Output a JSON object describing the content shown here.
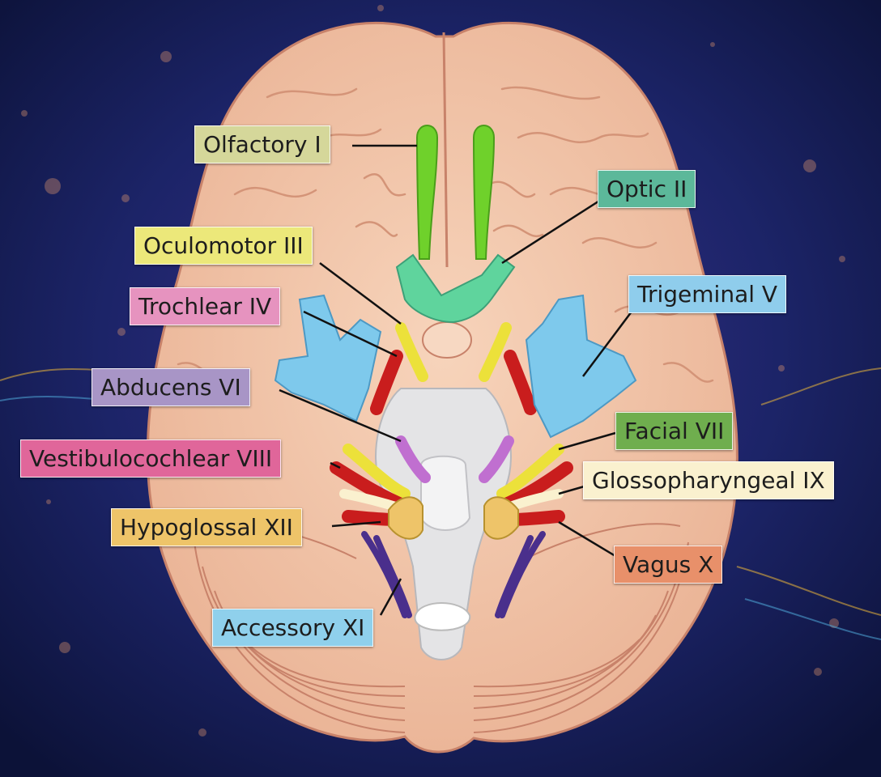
{
  "colors": {
    "background": "#141a4a",
    "brain": "#f3c8ac",
    "brain_outline": "#c8826a",
    "brainstem": "#e4e4e6",
    "olfactory": "#6fd12b",
    "optic": "#5fd49d",
    "oculomotor": "#ece13a",
    "trochlear": "#c91d1d",
    "trigeminal": "#7ec9ec",
    "abducens": "#c06fd0",
    "purple_nerve": "#4a2f8c"
  },
  "labels": {
    "olfactory": {
      "text": "Olfactory I",
      "color": "#d5d79a"
    },
    "optic": {
      "text": "Optic II",
      "color": "#5cb89a"
    },
    "oculomotor": {
      "text": "Oculomotor III",
      "color": "#ece87a"
    },
    "trochlear": {
      "text": "Trochlear IV",
      "color": "#e693bf"
    },
    "trigeminal": {
      "text": "Trigeminal V",
      "color": "#8fcdec"
    },
    "abducens": {
      "text": "Abducens VI",
      "color": "#a895c6"
    },
    "facial": {
      "text": "Facial VII",
      "color": "#6fae4e"
    },
    "vestibulocochlear": {
      "text": "Vestibulocochlear VIII",
      "color": "#e0669a"
    },
    "glossopharyngeal": {
      "text": "Glossopharyngeal IX",
      "color": "#faf1cf"
    },
    "hypoglossal": {
      "text": "Hypoglossal XII",
      "color": "#eec469"
    },
    "vagus": {
      "text": "Vagus X",
      "color": "#e8906a"
    },
    "accessory": {
      "text": "Accessory XI",
      "color": "#8fd0ec"
    }
  }
}
